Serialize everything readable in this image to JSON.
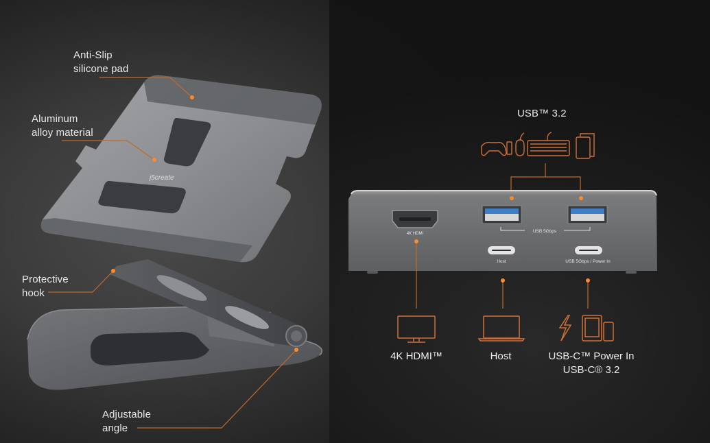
{
  "colors": {
    "accent_orange": "#e8762b",
    "line_orange": "#c06a2a",
    "icon_orange": "#d0703a",
    "usb_blue": "#3f7ec4",
    "hub_body": "#6e6f71",
    "stand_metal": "#8d8f93",
    "pad_dark": "#5a5c60",
    "text": "#e9e9e9"
  },
  "stand": {
    "callouts": [
      {
        "id": "anti-slip",
        "label": "Anti-Slip\nsilicone pad"
      },
      {
        "id": "aluminum",
        "label": "Aluminum\nalloy material"
      },
      {
        "id": "hook",
        "label": "Protective\nhook"
      },
      {
        "id": "angle",
        "label": "Adjustable\nangle"
      }
    ],
    "logo_text": "j5create"
  },
  "hub": {
    "usb_header": "USB™ 3.2",
    "usb_devices_icons": [
      "gamepad-icon",
      "usb-stick-icon",
      "mouse-icon",
      "keyboard-icon",
      "tablet-drive-icon"
    ],
    "ports": {
      "hdmi_label": "4K HDMI",
      "usb_a_group_label": "USB 5Gbps",
      "host_label": "Host",
      "usbc_label": "USB 5Gbps / Power In"
    },
    "outputs": [
      {
        "icon": "monitor-icon",
        "label": "4K HDMI™"
      },
      {
        "icon": "laptop-icon",
        "label": "Host"
      },
      {
        "icon": "power-tablet-phone-icon",
        "label": "USB-C™ Power In\nUSB-C® 3.2"
      }
    ]
  }
}
